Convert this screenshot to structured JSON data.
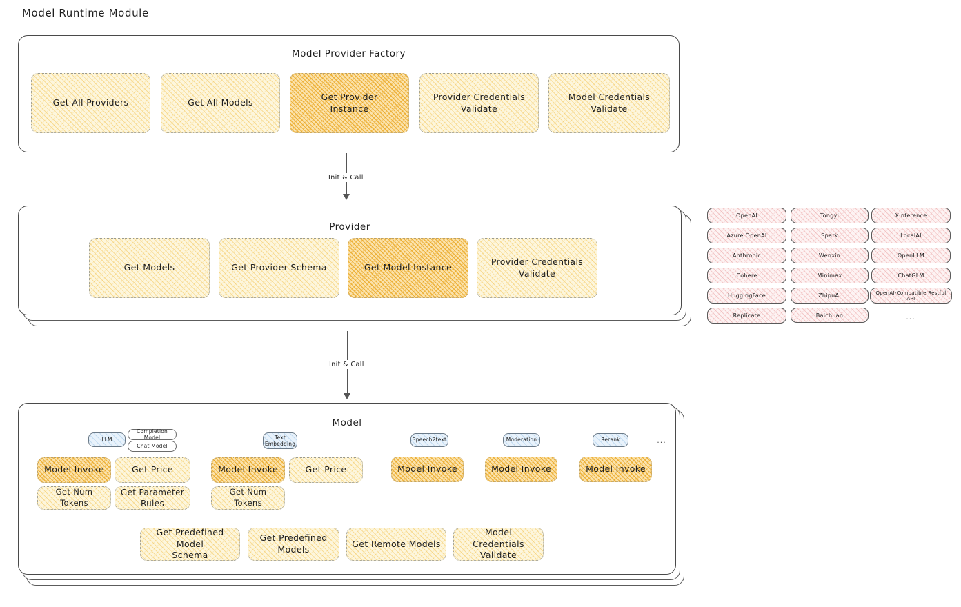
{
  "title": "Model Runtime Module",
  "factory": {
    "title": "Model Provider Factory",
    "nodes": [
      {
        "label": "Get All Providers",
        "highlight": false
      },
      {
        "label": "Get All Models",
        "highlight": false
      },
      {
        "label": "Get Provider\nInstance",
        "highlight": true
      },
      {
        "label": "Provider Credentials\nValidate",
        "highlight": false
      },
      {
        "label": "Model Credentials\nValidate",
        "highlight": false
      }
    ]
  },
  "arrow1": {
    "label": "Init & Call"
  },
  "arrow2": {
    "label": "Init & Call"
  },
  "provider": {
    "title": "Provider",
    "nodes": [
      {
        "label": "Get Models",
        "highlight": false
      },
      {
        "label": "Get Provider Schema",
        "highlight": false
      },
      {
        "label": "Get Model Instance",
        "highlight": true
      },
      {
        "label": "Provider Credentials\nValidate",
        "highlight": false
      }
    ]
  },
  "provider_list": {
    "columns": [
      [
        "OpenAI",
        "Azure OpenAI",
        "Anthropic",
        "Cohere",
        "HuggingFace",
        "Replicate"
      ],
      [
        "Tongyi",
        "Spark",
        "Wenxin",
        "Minimax",
        "ZhipuAI",
        "Baichuan"
      ],
      [
        "Xinference",
        "LocalAI",
        "OpenLLM",
        "ChatGLM",
        "OpenAI-Compatible Restful API"
      ]
    ],
    "more": "..."
  },
  "model": {
    "title": "Model",
    "more": "...",
    "groups": [
      {
        "badge": "LLM",
        "badge_style": "blue",
        "sub_badges": [
          "Completion Model",
          "Chat Model"
        ],
        "nodes": [
          {
            "label": "Model Invoke",
            "highlight": true
          },
          {
            "label": "Get Price",
            "highlight": false
          },
          {
            "label": "Get Num Tokens",
            "highlight": false
          },
          {
            "label": "Get Parameter\nRules",
            "highlight": false
          }
        ]
      },
      {
        "badge": "Text\nEmbedding",
        "badge_style": "blue",
        "sub_badges": [],
        "nodes": [
          {
            "label": "Model Invoke",
            "highlight": true
          },
          {
            "label": "Get Price",
            "highlight": false
          },
          {
            "label": "Get Num Tokens",
            "highlight": false
          }
        ]
      },
      {
        "badge": "Speech2text",
        "badge_style": "blue",
        "sub_badges": [],
        "nodes": [
          {
            "label": "Model Invoke",
            "highlight": true
          }
        ]
      },
      {
        "badge": "Moderation",
        "badge_style": "blue",
        "sub_badges": [],
        "nodes": [
          {
            "label": "Model Invoke",
            "highlight": true
          }
        ]
      },
      {
        "badge": "Rerank",
        "badge_style": "blue",
        "sub_badges": [],
        "nodes": [
          {
            "label": "Model Invoke",
            "highlight": true
          }
        ]
      }
    ],
    "bottom_nodes": [
      {
        "label": "Get Predefined Model\nSchema"
      },
      {
        "label": "Get Predefined\nModels"
      },
      {
        "label": "Get Remote Models"
      },
      {
        "label": "Model Credentials\nValidate"
      }
    ]
  },
  "colors": {
    "highlight": "#f0b429",
    "node": "#fdf6dd",
    "provider_pill": "#fdf3f3",
    "badge_blue": "#e8f2fb",
    "stroke": "#4a4a4a"
  }
}
